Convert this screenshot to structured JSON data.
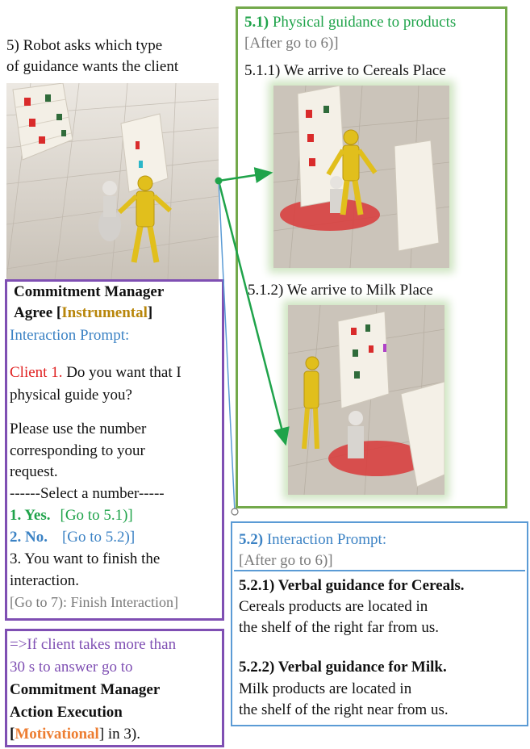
{
  "step": {
    "line1": "5) Robot asks which type",
    "line2": "of guidance wants the client"
  },
  "commitment": {
    "title": "Commitment Manager",
    "agree": "Agree [",
    "agree_tag": "Instrumental",
    "agree_end": "]",
    "prompt_label": "Interaction Prompt:",
    "client_tag": "Client 1.",
    "question_1": " Do you want that I",
    "question_2": "physical guide you?",
    "please_1": "Please use the number",
    "please_2": "corresponding to your",
    "please_3": "request.",
    "select": "------Select a number-----",
    "opt1_label": "1. Yes.",
    "opt1_goto": "[Go to 5.1)]",
    "opt2_label": "2. No.",
    "opt2_goto": "[Go to 5.2)]",
    "opt3_1": "3. You want to finish the",
    "opt3_2": "interaction.",
    "opt3_goto": "[Go to 7): Finish Interaction]"
  },
  "timeout_note": {
    "line1": "=>If client takes more than",
    "line2": "30 s to answer go to",
    "line3": "Commitment Manager",
    "line4": "Action Execution",
    "line5_open": "[",
    "line5_tag": "Motivational",
    "line5_end": "] in 3)."
  },
  "physical": {
    "num": "5.1)",
    "title": " Physical guidance to products",
    "after": "[After go to 6)]",
    "cereals": "5.1.1) We arrive to Cereals Place",
    "milk": "5.1.2) We arrive to Milk Place"
  },
  "verbal": {
    "num": "5.2)",
    "title": " Interaction Prompt:",
    "after": "[After go to 6)]",
    "cereals_title": "5.2.1) Verbal guidance for Cereals.",
    "cereals_1": "Cereals products are located in",
    "cereals_2": "the shelf of the right far from us.",
    "milk_title": "5.2.2) Verbal guidance for Milk.",
    "milk_1": "Milk products are located in",
    "milk_2": "the shelf of the right near from us."
  },
  "colors": {
    "green": "#1fa34a",
    "blue": "#3b82c4",
    "red": "#e02020",
    "purple": "#7f4fb3",
    "gold": "#b8860b",
    "orange": "#ed7d31",
    "box_green": "#73a94b",
    "box_blue": "#5b9bd5"
  }
}
